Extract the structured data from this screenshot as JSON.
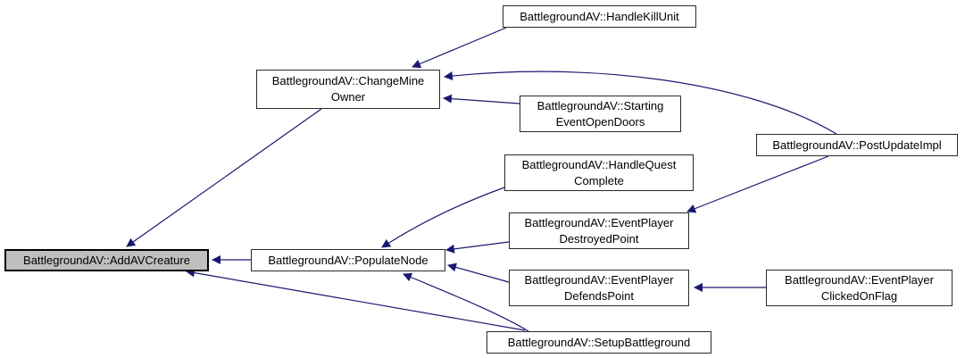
{
  "diagram": {
    "kind": "doxygen-caller-graph",
    "subject": "BattlegroundAV::AddAVCreature",
    "colors": {
      "background": "#ffffff",
      "edge": "#191970",
      "node_border": "#2a2a2a",
      "node_fill": "#ffffff",
      "highlight_fill": "#bfbfbf",
      "text": "#000000"
    },
    "nodes": {
      "handle_kill_unit": {
        "label": "BattlegroundAV::HandleKillUnit"
      },
      "change_mine_owner": {
        "label": "BattlegroundAV::ChangeMine\nOwner"
      },
      "starting_event_open_doors": {
        "label": "BattlegroundAV::Starting\nEventOpenDoors"
      },
      "post_update_impl": {
        "label": "BattlegroundAV::PostUpdateImpl"
      },
      "handle_quest_complete": {
        "label": "BattlegroundAV::HandleQuest\nComplete"
      },
      "event_player_destroyed_point": {
        "label": "BattlegroundAV::EventPlayer\nDestroyedPoint"
      },
      "add_av_creature": {
        "label": "BattlegroundAV::AddAVCreature",
        "highlighted": true
      },
      "populate_node": {
        "label": "BattlegroundAV::PopulateNode"
      },
      "event_player_defends_point": {
        "label": "BattlegroundAV::EventPlayer\nDefendsPoint"
      },
      "event_player_clicked_on_flag": {
        "label": "BattlegroundAV::EventPlayer\nClickedOnFlag"
      },
      "setup_battleground": {
        "label": "BattlegroundAV::SetupBattleground"
      }
    },
    "edges": [
      {
        "from": "handle_kill_unit",
        "to": "change_mine_owner"
      },
      {
        "from": "starting_event_open_doors",
        "to": "change_mine_owner"
      },
      {
        "from": "post_update_impl",
        "to": "change_mine_owner"
      },
      {
        "from": "change_mine_owner",
        "to": "add_av_creature"
      },
      {
        "from": "populate_node",
        "to": "add_av_creature"
      },
      {
        "from": "setup_battleground",
        "to": "add_av_creature"
      },
      {
        "from": "handle_quest_complete",
        "to": "populate_node"
      },
      {
        "from": "event_player_destroyed_point",
        "to": "populate_node"
      },
      {
        "from": "event_player_defends_point",
        "to": "populate_node"
      },
      {
        "from": "setup_battleground",
        "to": "populate_node"
      },
      {
        "from": "post_update_impl",
        "to": "event_player_destroyed_point"
      },
      {
        "from": "event_player_clicked_on_flag",
        "to": "event_player_defends_point"
      }
    ]
  }
}
